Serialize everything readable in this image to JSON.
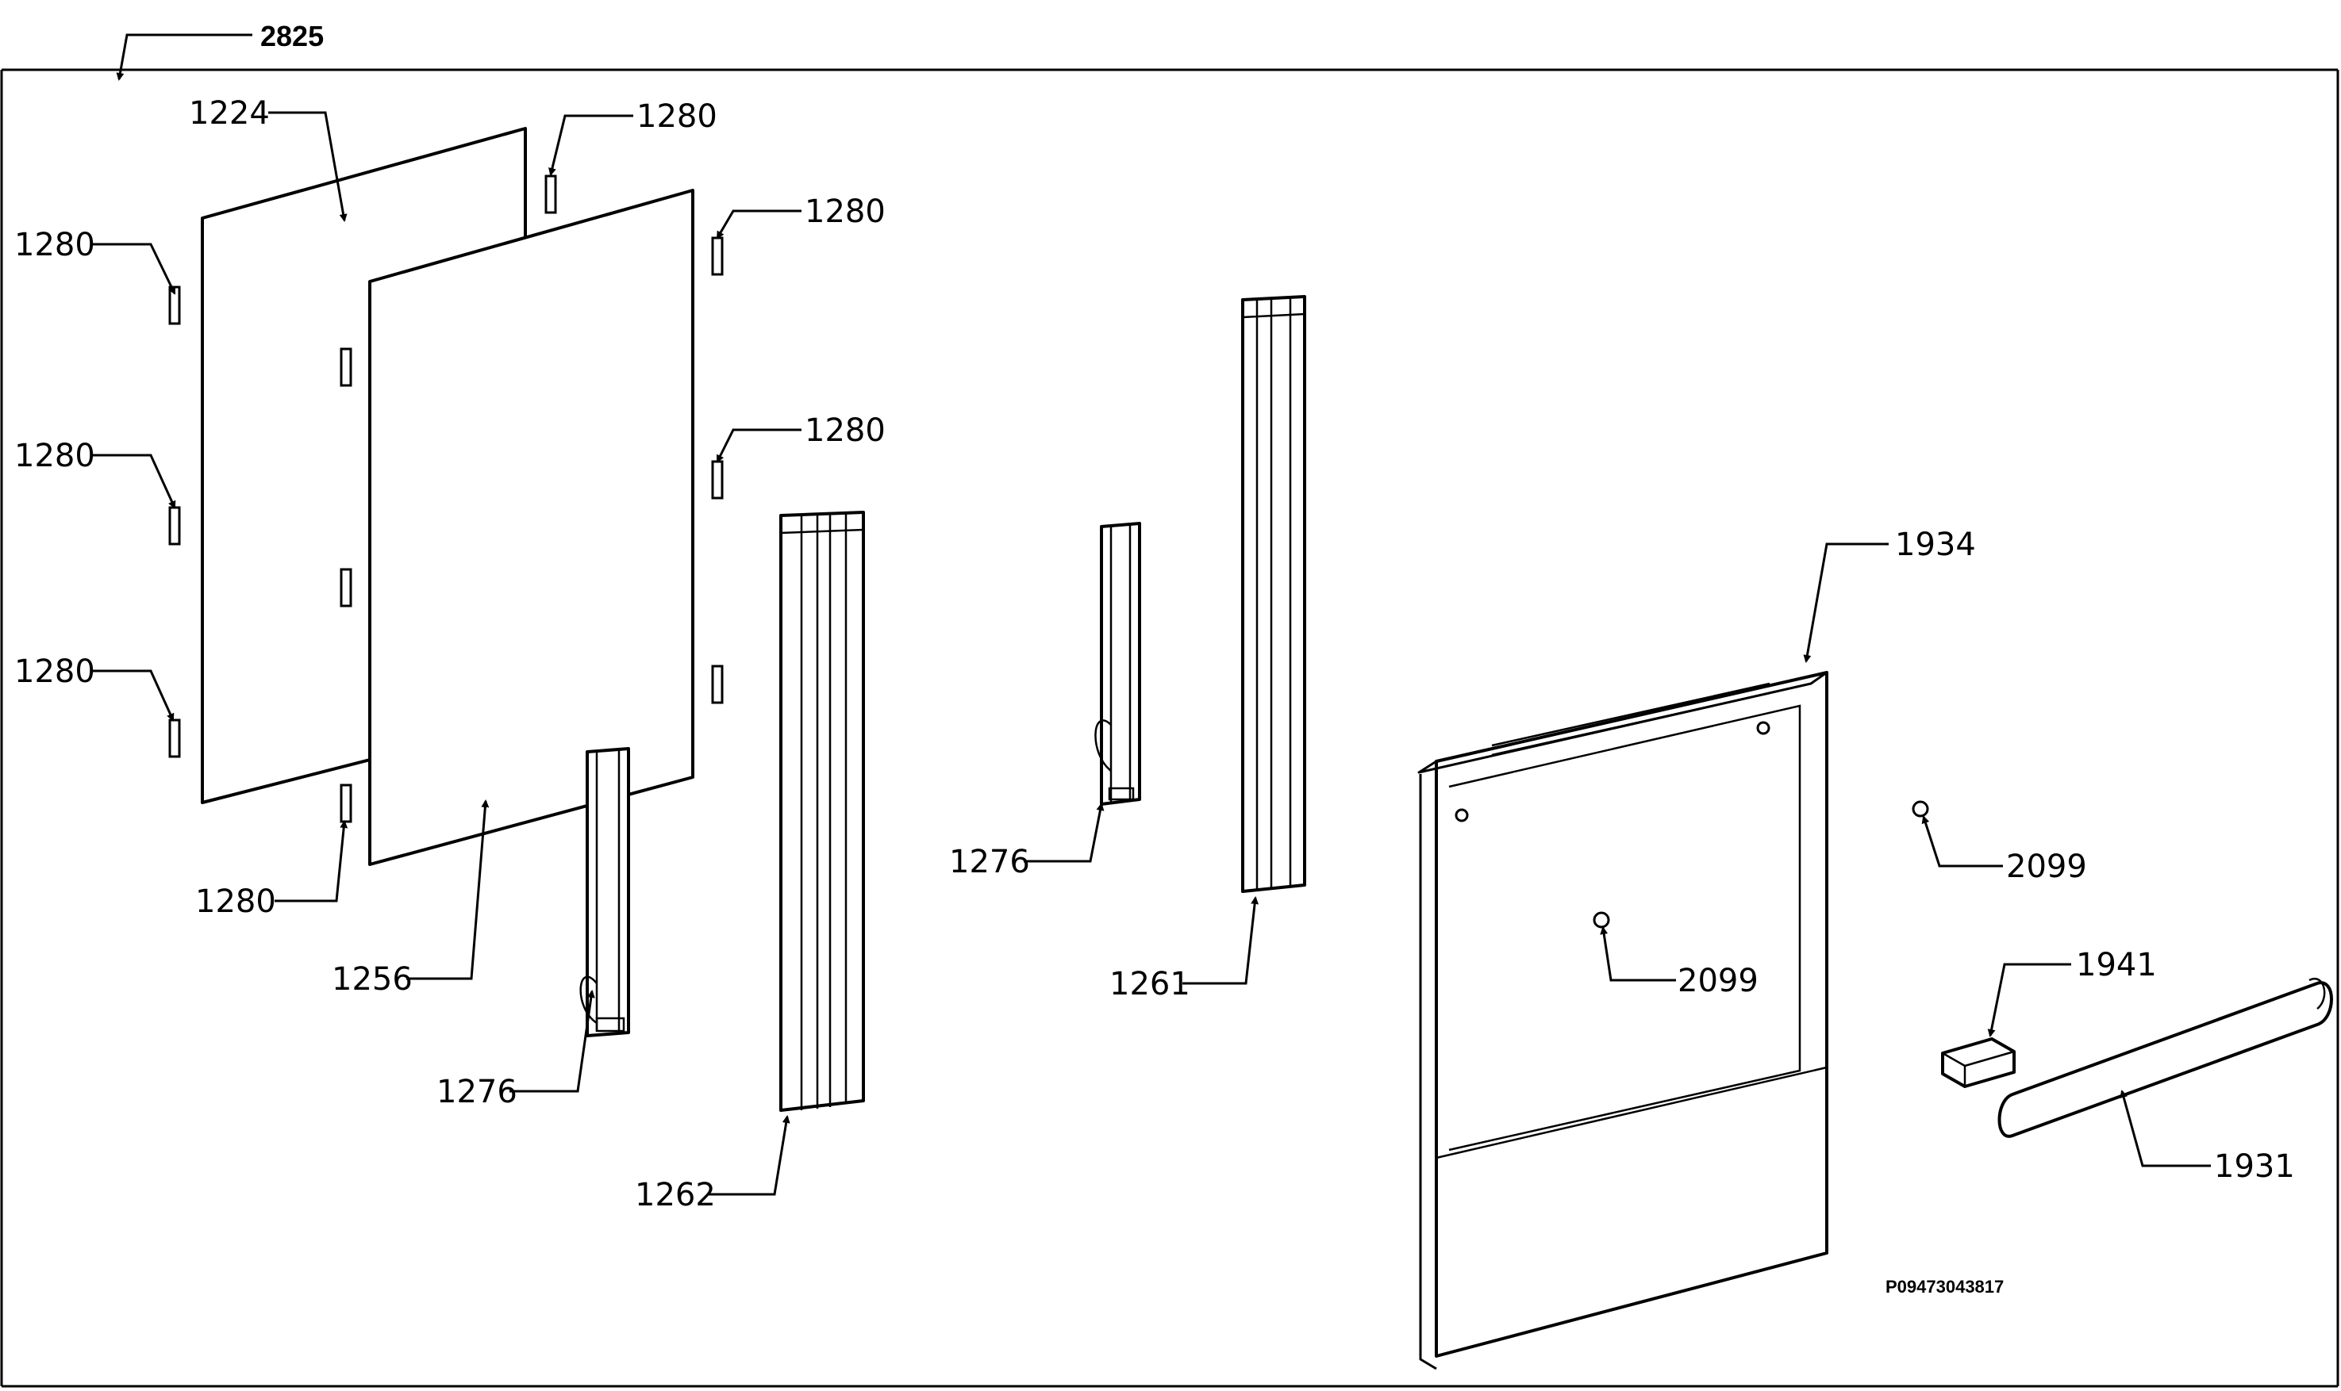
{
  "assembly_ref": "2825",
  "drawing_code": "P09473043817",
  "labels": {
    "outer_glass": "1224",
    "inner_glass": "1256",
    "clip_a": "1280",
    "clip_b": "1280",
    "clip_c": "1280",
    "clip_d": "1280",
    "clip_e": "1280",
    "clip_f": "1280",
    "clip_g": "1280",
    "hinge_bracket_left": "1276",
    "hinge_bracket_mid": "1276",
    "profile_left": "1262",
    "profile_right": "1261",
    "door_panel": "1934",
    "screw_panel": "2099",
    "screw_loose": "2099",
    "handle_support": "1941",
    "handle": "1931"
  }
}
